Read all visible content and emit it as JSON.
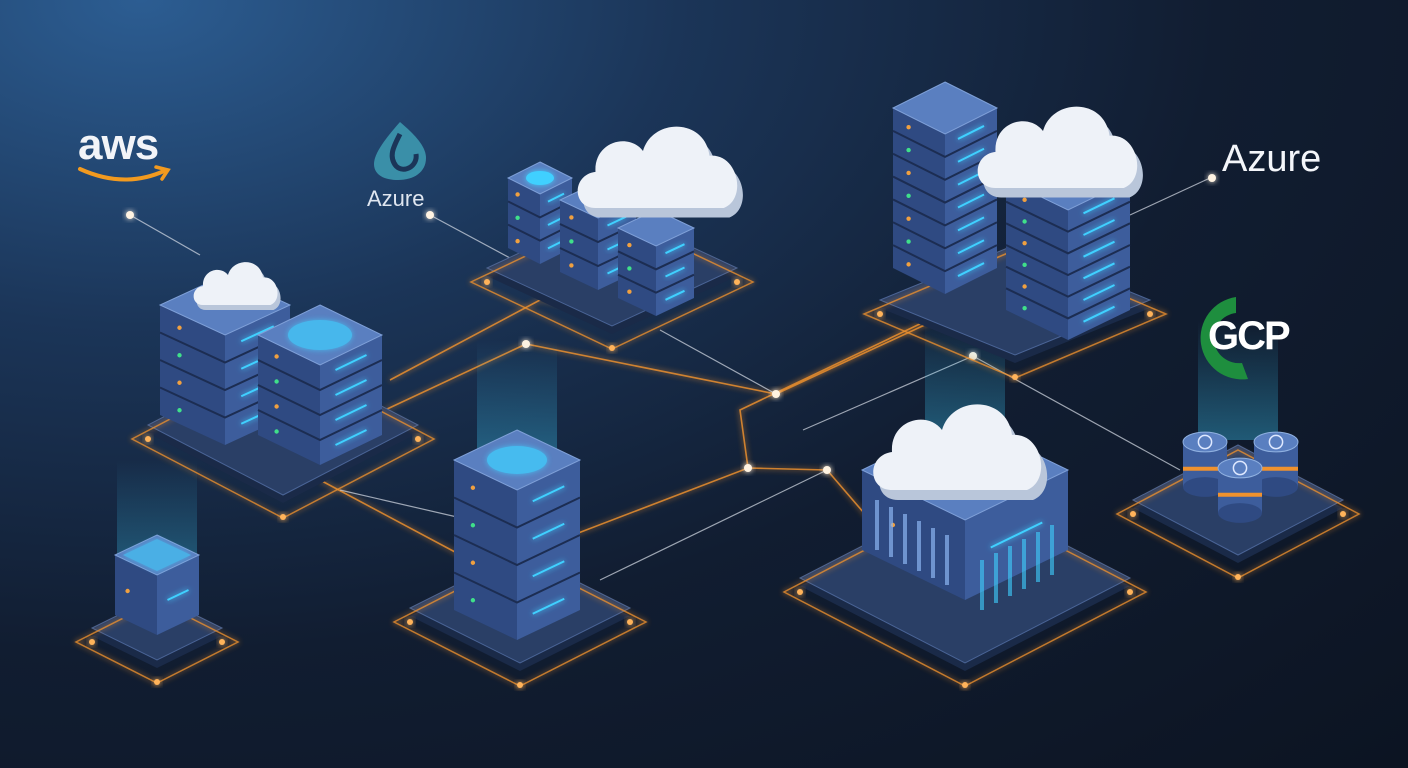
{
  "logos": {
    "aws": "aws",
    "azure_left": "Azure",
    "azure_right": "Azure",
    "gcp": "GCP"
  },
  "colors": {
    "background_dark": "#0c1422",
    "background_light": "#2c5d92",
    "server_top": "#5a7fc0",
    "server_left": "#2f4a82",
    "server_right": "#3d5d9c",
    "glow_cyan": "#3fd0ff",
    "connector_orange": "#f0922e",
    "connector_white": "#d8dee8",
    "cloud": "#eef2f8",
    "aws_orange": "#f29a1f",
    "azure_teal": "#3a8fa8",
    "gcp_green": "#1e8e3e"
  },
  "icons": [
    "aws-logo",
    "azure-logo",
    "gcp-logo",
    "server-rack-icon",
    "cloud-icon",
    "database-cylinder-icon"
  ]
}
